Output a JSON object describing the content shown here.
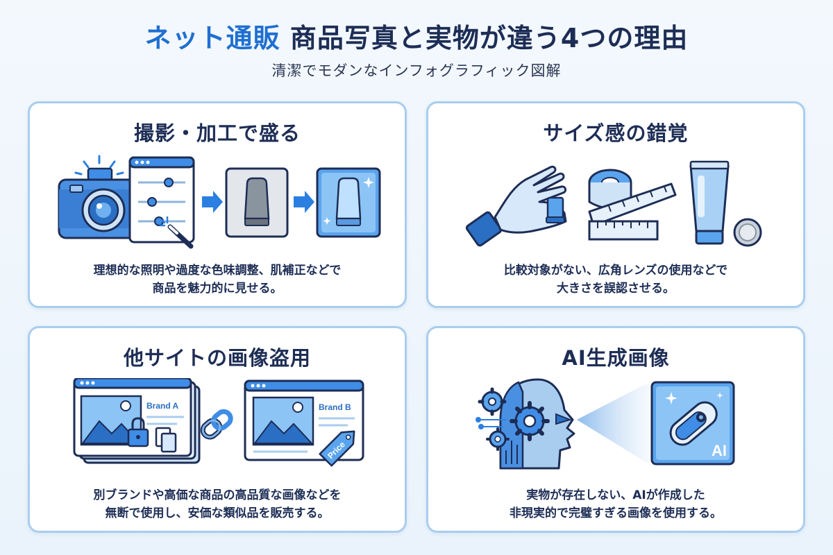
{
  "header": {
    "title_accent": "ネット通販",
    "title_main": " 商品写真と実物が違う4つの理由",
    "subtitle": "清潔でモダンなインフォグラフィック図解"
  },
  "cards": [
    {
      "title": "撮影・加工で盛る",
      "desc_line1": "理想的な照明や過度な色味調整、肌補正などで",
      "desc_line2": "商品を魅力的に見せる。"
    },
    {
      "title": "サイズ感の錯覚",
      "desc_line1": "比較対象がない、広角レンズの使用などで",
      "desc_line2": "大きさを誤認させる。"
    },
    {
      "title": "他サイトの画像盗用",
      "desc_line1": "別ブランドや高価な商品の高品質な画像などを",
      "desc_line2": "無断で使用し、安価な類似品を販売する。",
      "brand_a": "Brand A",
      "brand_b": "Brand B",
      "price_tag": "Price"
    },
    {
      "title": "AI生成画像",
      "desc_line1": "実物が存在しない、AIが作成した",
      "desc_line2": "非現実的で完璧すぎる画像を使用する。",
      "ai_badge": "AI"
    }
  ],
  "colors": {
    "accent": "#1f6fd1",
    "navy": "#1d2d55",
    "card_border": "#a9cdee",
    "light_blue": "#cfe3f7"
  }
}
